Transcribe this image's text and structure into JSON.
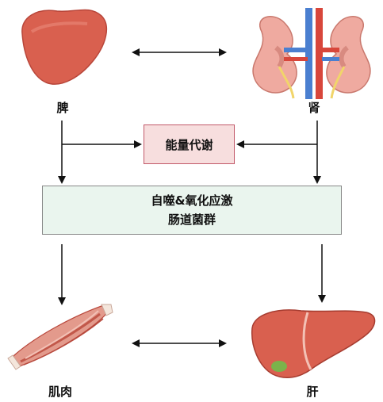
{
  "labels": {
    "spleen": "脾",
    "kidney": "肾",
    "muscle": "肌肉",
    "liver": "肝"
  },
  "center_box": "能量代谢",
  "main_box": {
    "line1": "自噬&氧化应激",
    "line2": "肠道菌群"
  },
  "colors": {
    "energy_box_fill": "#f7dede",
    "energy_box_border": "#c25a6a",
    "main_box_fill": "#eaf5ee",
    "organ_red": "#d9604f",
    "kidney_pink": "#efaaa0",
    "vein_blue": "#4a7fd0",
    "artery_red": "#d8463b",
    "ureter_yellow": "#f1d56a"
  },
  "icons": [
    "spleen-icon",
    "kidney-icon",
    "muscle-icon",
    "liver-icon"
  ]
}
